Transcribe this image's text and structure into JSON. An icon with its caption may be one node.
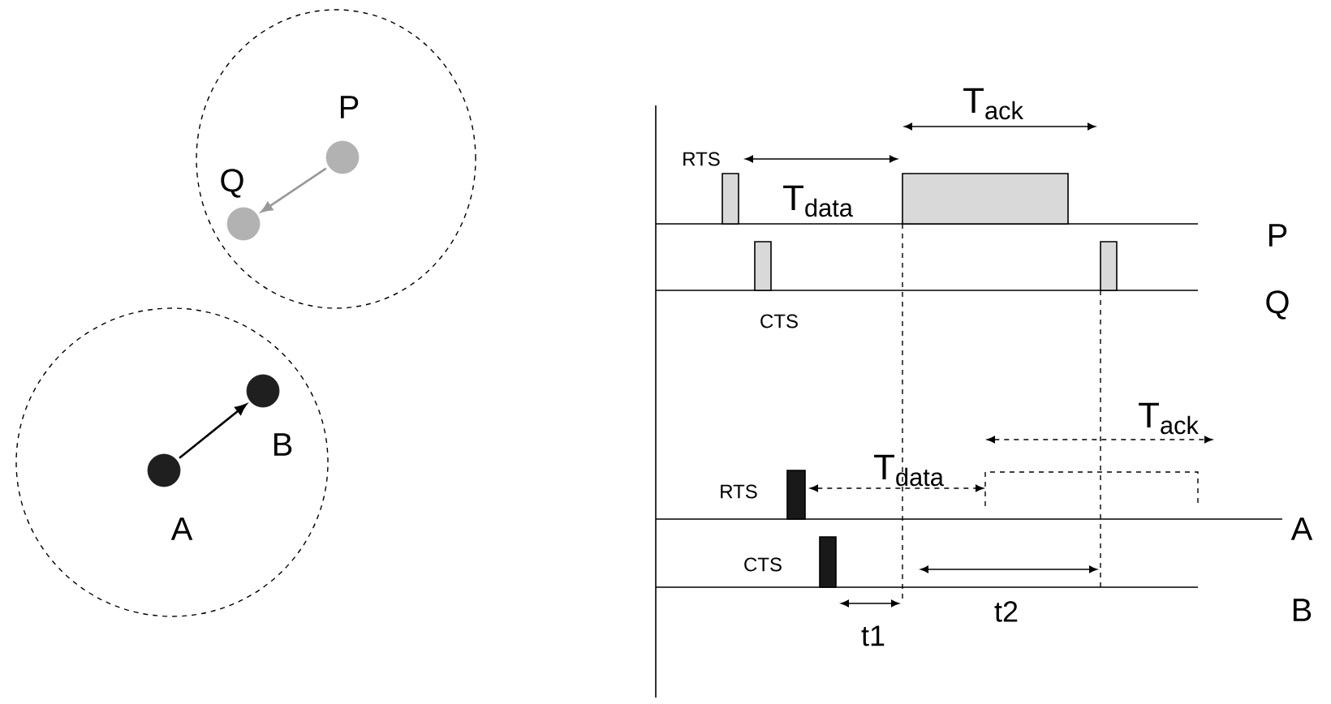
{
  "diagram": {
    "nodes": [
      {
        "text": [],
        "shape": "circle"
      },
      {
        "text": [],
        "shape": "circle",
        "in": 0,
        "beside": [
          "P"
        ]
      },
      {
        "text": [],
        "shape": "circle",
        "in": 0,
        "beside": [
          "Q"
        ]
      },
      {
        "text": [],
        "shape": "circle"
      },
      {
        "text": [],
        "shape": "circle",
        "in": 3,
        "beside": [
          "A"
        ]
      },
      {
        "text": [],
        "shape": "circle",
        "in": 3,
        "beside": [
          "B"
        ]
      }
    ],
    "edges": [
      {
        "from": 1,
        "to": 2,
        "arrow": "to",
        "color": "#999999"
      },
      {
        "from": 4,
        "to": 5,
        "arrow": "to",
        "color": "#000000"
      }
    ],
    "labels": [
      "T$_{ack}$",
      "RTS",
      "T$_{data}$",
      "P",
      "Q",
      "CTS",
      "T$_{ack}$",
      "RTS",
      "T$_{data}$",
      "A",
      "CTS",
      "B",
      "t1",
      "t2"
    ]
  }
}
